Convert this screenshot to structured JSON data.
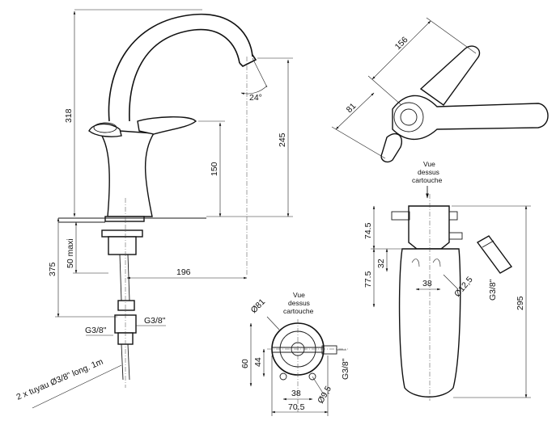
{
  "dims": {
    "h318": "318",
    "h245": "245",
    "h150": "150",
    "h375": "375",
    "max50": "50 maxi",
    "w196": "196",
    "ang24": "24°",
    "l156": "156",
    "l81": "81",
    "g38a": "G3/8\"",
    "g38b": "G3/8\"",
    "hose": "2 x tuyau Ø3/8\" long. 1m",
    "d81": "Ø81",
    "h60": "60",
    "h44": "44",
    "w38b": "38",
    "w705": "70.5",
    "d95": "Ø9,5",
    "g38c": "G3/8\"",
    "h745": "74.5",
    "h775": "77.5",
    "h32": "32",
    "w38c": "38",
    "d125": "Ø12,5",
    "h295": "295",
    "g38d": "G3/8\""
  },
  "labels": {
    "vue_top_1": "Vue",
    "vue_top_2": "dessus",
    "vue_top_3": "cartouche",
    "vue_bot_1": "Vue",
    "vue_bot_2": "dessus",
    "vue_bot_3": "cartouche"
  }
}
